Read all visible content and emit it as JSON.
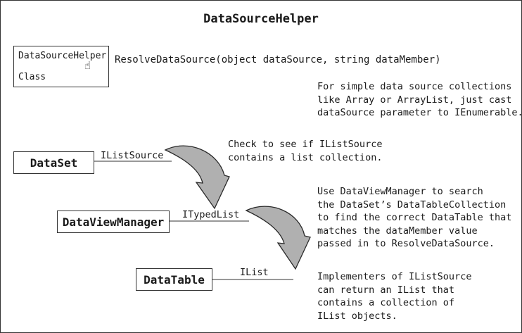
{
  "title": "DataSourceHelper",
  "class_box": {
    "name": "DataSourceHelper",
    "type": "Class",
    "cursor_icon": "hand-pointer-icon"
  },
  "method_signature": "ResolveDataSource(object dataSource, string dataMember)",
  "notes": {
    "simple_collections": "For simple data source collections\nlike Array or ArrayList, just cast\ndataSource parameter to IEnumerable.",
    "check_list_source": "Check to see if IListSource\ncontains a list collection.",
    "data_view_manager": "Use DataViewManager to search\nthe DataSet’s DataTableCollection\nto find the correct DataTable that\nmatches the dataMember value\npassed in to ResolveDataSource.",
    "implementers": "Implementers of IListSource\ncan return an IList that\ncontains a collection of\nIList objects."
  },
  "nodes": [
    {
      "label": "DataSet",
      "interface": "IListSource"
    },
    {
      "label": "DataViewManager",
      "interface": "ITypedList"
    },
    {
      "label": "DataTable",
      "interface": "IList"
    }
  ],
  "colors": {
    "line": "#333333",
    "arrow_fill": "#b0b0b0",
    "arrow_stroke": "#2a2a2a"
  }
}
